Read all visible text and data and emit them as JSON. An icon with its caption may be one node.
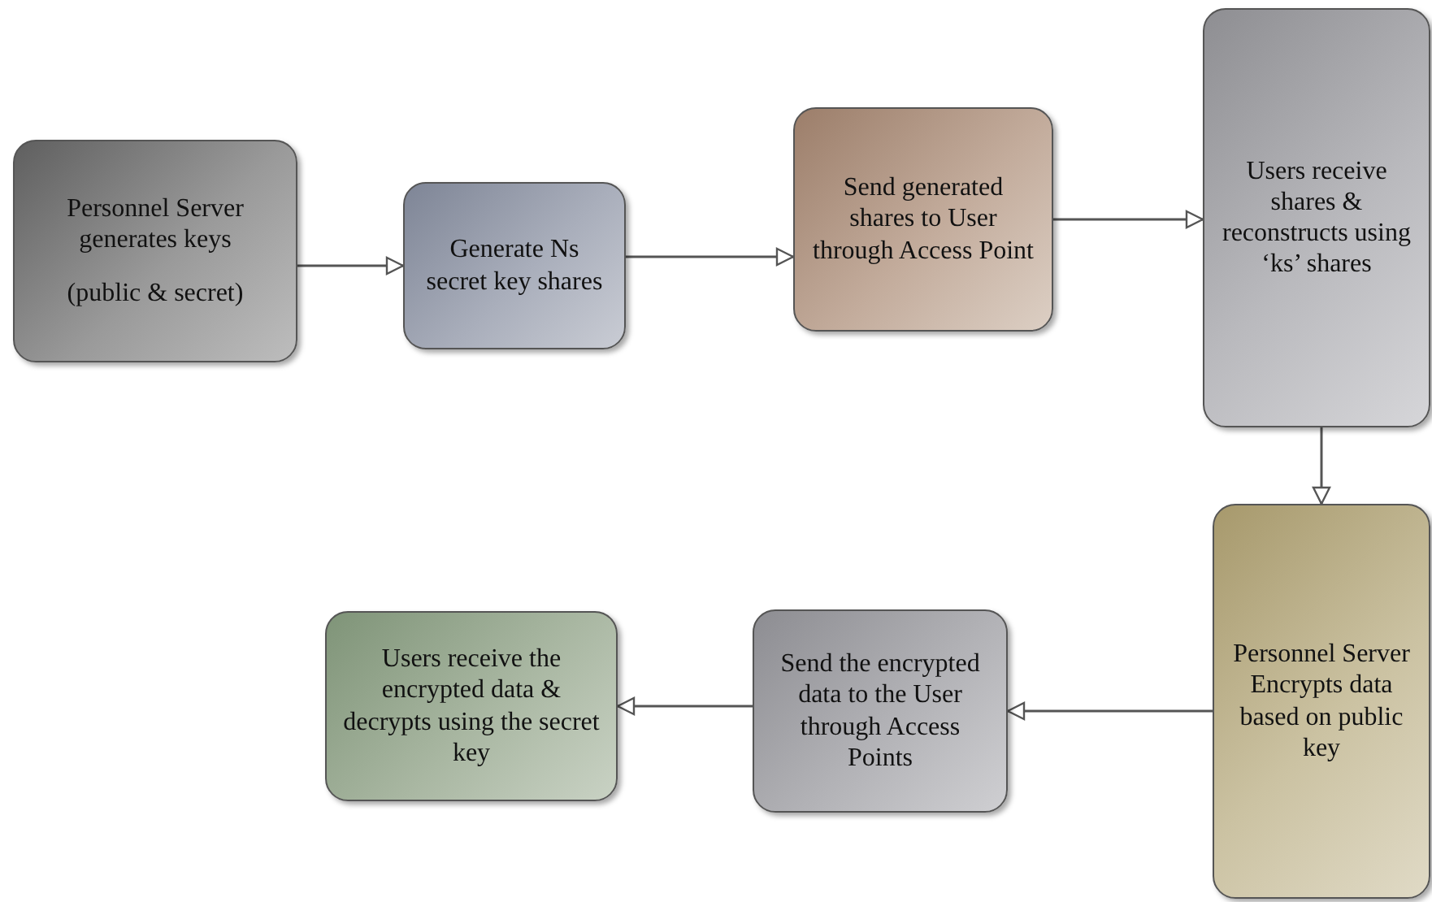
{
  "diagram": {
    "nodes": [
      {
        "text": [
          "Personnel Server generates keys",
          "(public & secret)"
        ]
      },
      {
        "text": [
          "Generate Ns secret key shares"
        ]
      },
      {
        "text": [
          "Send generated shares to User through Access Point"
        ]
      },
      {
        "text": [
          "Users receive shares & reconstructs using ‘ks’ shares"
        ]
      },
      {
        "text": [
          "Personnel Server Encrypts data based on public key"
        ]
      },
      {
        "text": [
          "Send the encrypted data to the User through Access Points"
        ]
      },
      {
        "text": [
          "Users receive the encrypted data & decrypts using the secret key"
        ]
      }
    ],
    "edges": [
      {
        "from": 0,
        "to": 1,
        "arrow": "to"
      },
      {
        "from": 1,
        "to": 2,
        "arrow": "to"
      },
      {
        "from": 2,
        "to": 3,
        "arrow": "to"
      },
      {
        "from": 3,
        "to": 4,
        "arrow": "to"
      },
      {
        "from": 4,
        "to": 5,
        "arrow": "to"
      },
      {
        "from": 5,
        "to": 6,
        "arrow": "to"
      }
    ]
  }
}
